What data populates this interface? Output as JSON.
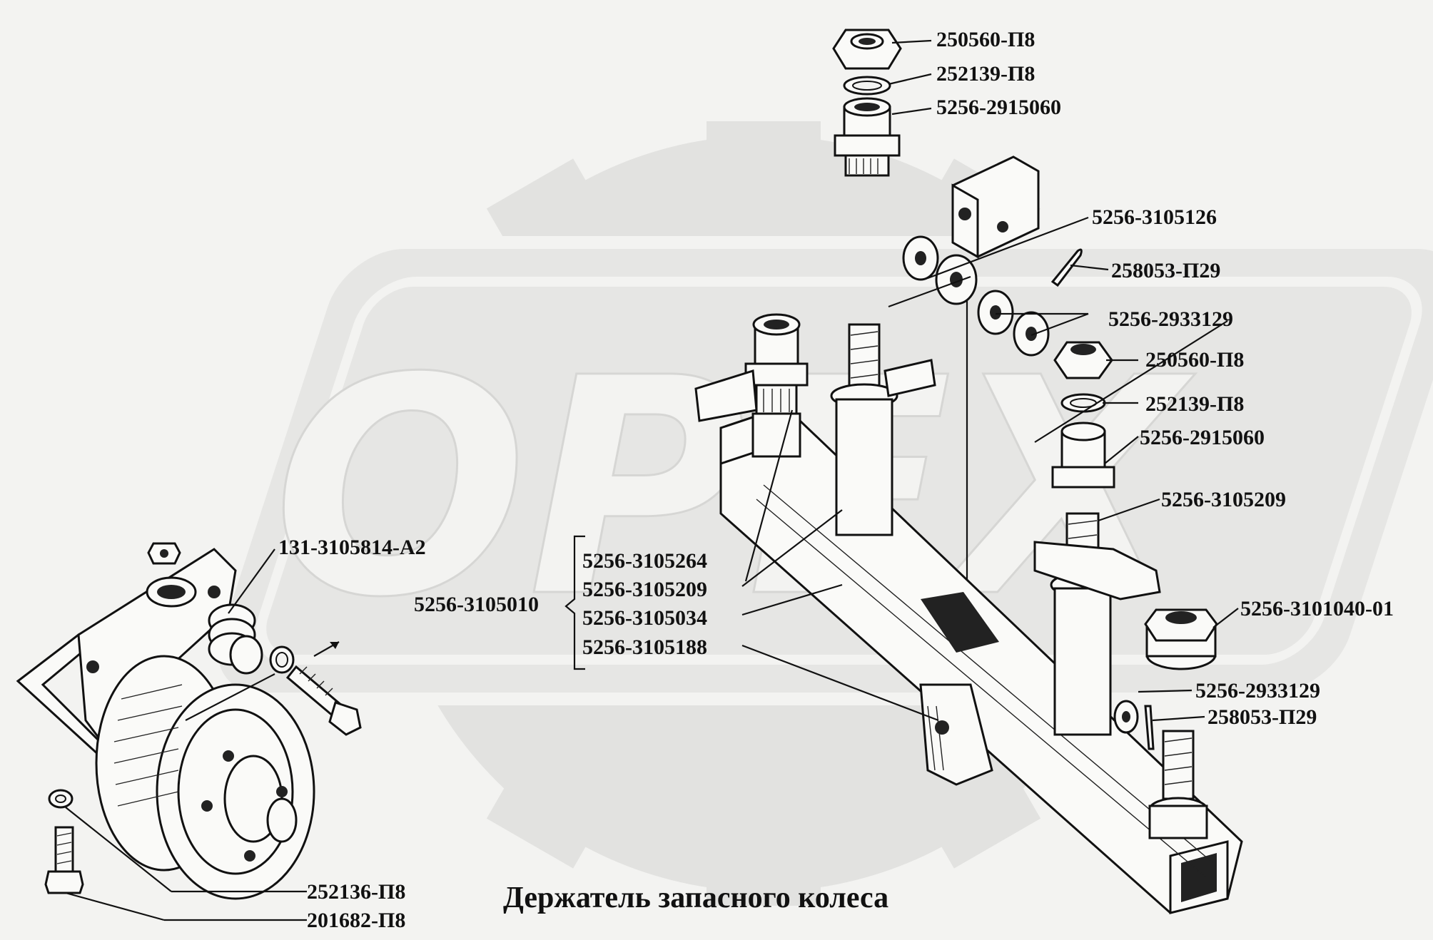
{
  "caption": "Держатель запасного колеса",
  "watermark": "ОРЕХ",
  "colors": {
    "background": "#f3f3f1",
    "watermark": "#e2e2e0",
    "ink": "#111111"
  },
  "labels": {
    "top_nut": "250560-П8",
    "top_washer": "252139-П8",
    "top_bushing": "5256-2915060",
    "bracket": "5256-3105126",
    "cotter_pin_top": "258053-П29",
    "washers_top": "5256-2933129",
    "right_nut": "250560-П8",
    "right_washer": "252139-П8",
    "right_bushing": "5256-2915060",
    "right_stud": "5256-3105209",
    "big_nut": "5256-3101040-01",
    "washer_bottom": "5256-2933129",
    "cotter_pin_bottom": "258053-П29",
    "winch_part": "131-3105814-А2",
    "group_main": "5256-3105010",
    "group_item_1": "5256-3105264",
    "group_item_2": "5256-3105209",
    "group_item_3": "5256-3105034",
    "group_item_4": "5256-3105188",
    "spring_washer": "252136-П8",
    "bolt": "201682-П8"
  }
}
